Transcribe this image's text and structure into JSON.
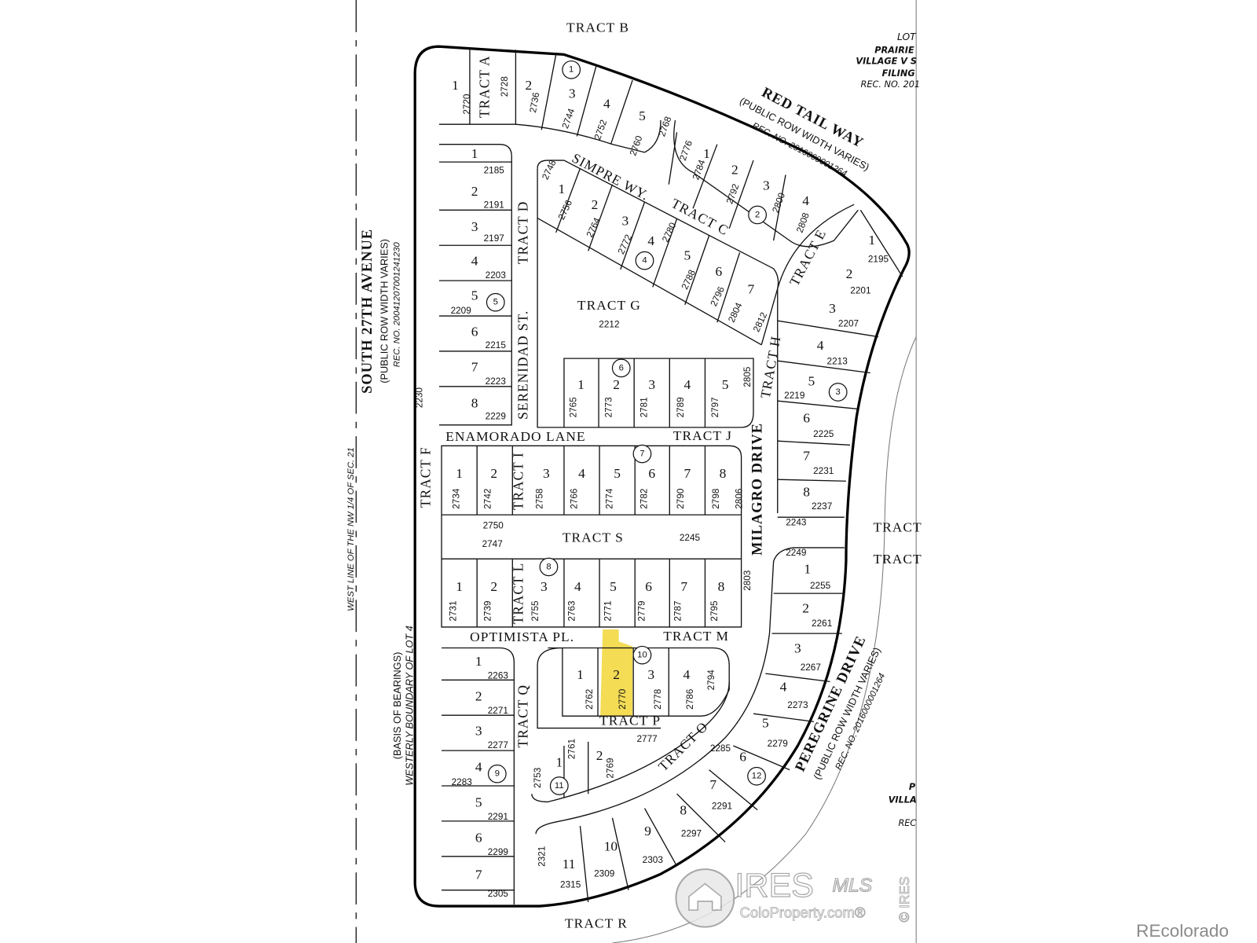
{
  "highlight_color": "#f4dc55",
  "highlighted_lot": {
    "block": "10",
    "lot": "2",
    "address": "2770"
  },
  "blocks": [
    {
      "block": "1",
      "lots": [
        {
          "lot": "1",
          "address": "2720"
        },
        {
          "lot": "2",
          "address": "2736"
        },
        {
          "lot": "3",
          "address": "2744"
        },
        {
          "lot": "4",
          "address": "2752"
        },
        {
          "lot": "5",
          "address": "2760"
        }
      ]
    },
    {
      "block": "2",
      "lots": [
        {
          "lot": "1",
          "address": "2784"
        },
        {
          "lot": "2",
          "address": "2792"
        },
        {
          "lot": "3",
          "address": "2800"
        },
        {
          "lot": "4",
          "address": "2808"
        }
      ]
    },
    {
      "block": "3",
      "lots": [
        {
          "lot": "1",
          "address": "2195"
        },
        {
          "lot": "2",
          "address": "2201"
        },
        {
          "lot": "3",
          "address": "2207"
        },
        {
          "lot": "4",
          "address": "2213"
        },
        {
          "lot": "5",
          "address": "2219"
        },
        {
          "lot": "6",
          "address": "2225"
        },
        {
          "lot": "7",
          "address": "2231"
        },
        {
          "lot": "8",
          "address": "2237"
        }
      ]
    },
    {
      "block": "4",
      "lots": [
        {
          "lot": "1",
          "address": "2756"
        },
        {
          "lot": "2",
          "address": "2764"
        },
        {
          "lot": "3",
          "address": "2772"
        },
        {
          "lot": "4",
          "address": "2780"
        },
        {
          "lot": "5",
          "address": "2788"
        },
        {
          "lot": "6",
          "address": "2796"
        },
        {
          "lot": "7",
          "address": "2804"
        }
      ]
    },
    {
      "block": "5",
      "lots": [
        {
          "lot": "1",
          "address": "2185"
        },
        {
          "lot": "2",
          "address": "2191"
        },
        {
          "lot": "3",
          "address": "2197"
        },
        {
          "lot": "4",
          "address": "2203"
        },
        {
          "lot": "5",
          "address": "2209"
        },
        {
          "lot": "6",
          "address": "2215"
        },
        {
          "lot": "7",
          "address": "2223"
        },
        {
          "lot": "8",
          "address": "2229"
        }
      ]
    },
    {
      "block": "6",
      "lots": [
        {
          "lot": "1",
          "address": "2765"
        },
        {
          "lot": "2",
          "address": "2773"
        },
        {
          "lot": "3",
          "address": "2781"
        },
        {
          "lot": "4",
          "address": "2789"
        },
        {
          "lot": "5",
          "address": "2797"
        }
      ]
    },
    {
      "block": "7",
      "lots": [
        {
          "lot": "1",
          "address": "2734"
        },
        {
          "lot": "2",
          "address": "2742"
        },
        {
          "lot": "3",
          "address": "2758"
        },
        {
          "lot": "4",
          "address": "2766"
        },
        {
          "lot": "5",
          "address": "2774"
        },
        {
          "lot": "6",
          "address": "2782"
        },
        {
          "lot": "7",
          "address": "2790"
        },
        {
          "lot": "8",
          "address": "2798"
        }
      ]
    },
    {
      "block": "8",
      "lots": [
        {
          "lot": "1",
          "address": "2731"
        },
        {
          "lot": "2",
          "address": "2739"
        },
        {
          "lot": "3",
          "address": "2755"
        },
        {
          "lot": "4",
          "address": "2763"
        },
        {
          "lot": "5",
          "address": "2771"
        },
        {
          "lot": "6",
          "address": "2779"
        },
        {
          "lot": "7",
          "address": "2787"
        },
        {
          "lot": "8",
          "address": "2795"
        }
      ]
    },
    {
      "block": "9",
      "lots": [
        {
          "lot": "1",
          "address": "2263"
        },
        {
          "lot": "2",
          "address": "2271"
        },
        {
          "lot": "3",
          "address": "2277"
        },
        {
          "lot": "4",
          "address": "2283"
        },
        {
          "lot": "5",
          "address": "2291"
        },
        {
          "lot": "6",
          "address": "2299"
        },
        {
          "lot": "7",
          "address": "2305"
        }
      ]
    },
    {
      "block": "10",
      "lots": [
        {
          "lot": "1",
          "address": "2762"
        },
        {
          "lot": "2",
          "address": "2770"
        },
        {
          "lot": "3",
          "address": "2778"
        },
        {
          "lot": "4",
          "address": "2786"
        }
      ]
    },
    {
      "block": "11",
      "lots": [
        {
          "lot": "1",
          "address": "2761"
        },
        {
          "lot": "2",
          "address": "2769"
        }
      ]
    },
    {
      "block": "12",
      "lots": [
        {
          "lot": "1",
          "address": "2255"
        },
        {
          "lot": "2",
          "address": "2261"
        },
        {
          "lot": "3",
          "address": "2267"
        },
        {
          "lot": "4",
          "address": "2273"
        },
        {
          "lot": "5",
          "address": "2279"
        },
        {
          "lot": "6",
          "address": "2285"
        },
        {
          "lot": "7",
          "address": "2291"
        },
        {
          "lot": "8",
          "address": "2297"
        },
        {
          "lot": "9",
          "address": "2303"
        },
        {
          "lot": "10",
          "address": "2309"
        },
        {
          "lot": "11",
          "address": "2315"
        }
      ]
    }
  ],
  "other_addresses": [
    "2728",
    "2768",
    "2776",
    "2748",
    "2812",
    "2212",
    "2805",
    "2806",
    "2750",
    "2747",
    "2245",
    "2803",
    "2794",
    "2777",
    "2753",
    "2321",
    "2243",
    "2249",
    "2230"
  ],
  "tracts": {
    "a": "TRACT A",
    "b": "TRACT B",
    "c": "TRACT C",
    "d": "TRACT D",
    "e": "TRACT E",
    "f": "TRACT F",
    "g": "TRACT G",
    "h": "TRACT H",
    "i": "TRACT I",
    "j": "TRACT J",
    "l": "TRACT L",
    "m": "TRACT M",
    "o": "TRACT O",
    "p": "TRACT P",
    "q": "TRACT Q",
    "r": "TRACT R",
    "s": "TRACT S",
    "edge1": "TRACT",
    "edge2": "TRACT"
  },
  "streets": {
    "south_27th": {
      "name": "SOUTH 27TH AVENUE",
      "note": "(PUBLIC ROW WIDTH VARIES)",
      "rec": "REC. NO. 20041207001241230"
    },
    "red_tail": {
      "name": "RED TAIL WAY",
      "note": "(PUBLIC ROW WIDTH VARIES)",
      "rec": "REC. NO. 2016000001264"
    },
    "peregrine": {
      "name": "PEREGRINE DRIVE",
      "note": "(PUBLIC ROW WIDTH VARIES)",
      "rec": "REC. NO. 2016000001264"
    },
    "simpre": "SIMPRE WY.",
    "serenidad": "SERENIDAD ST.",
    "enamorado": "ENAMORADO LANE",
    "optimista": "OPTIMISTA PL.",
    "milagro": "MILAGRO DRIVE"
  },
  "annotations": {
    "west_line": "WEST LINE OF THE NW 1/4 OF SEC. 21",
    "basis": "(BASIS OF BEARINGS)",
    "boundary": "WESTERLY BOUNDARY OF LOT 4"
  },
  "adjacent_top": [
    "LOT",
    "PRAIRIE",
    "VILLAGE V S",
    "FILING",
    "REC. NO. 201"
  ],
  "adjacent_bottom": [
    "P",
    "VILLA",
    "REC"
  ],
  "watermark": {
    "brand": "IRES",
    "mls": "MLS",
    "site": "ColoProperty.com®",
    "copyright": "© IRES"
  },
  "credit": "REcolorado"
}
